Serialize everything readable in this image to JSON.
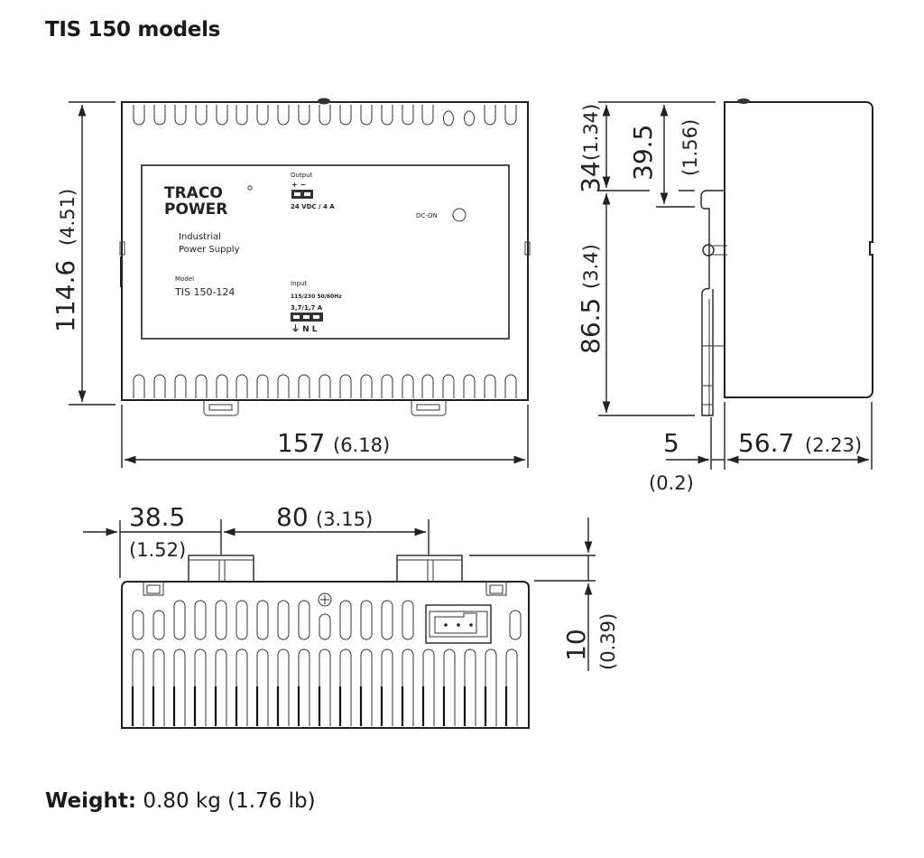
{
  "title": "TIS 150 models",
  "weight": {
    "label": "Weight:",
    "value": "0.80 kg (1.76 lb)"
  },
  "front_view": {
    "label_panel": {
      "brand_line1": "TRACO",
      "brand_line2": "POWER",
      "description_line1": "Industrial",
      "description_line2": "Power Supply",
      "model_caption": "Model",
      "model": "TIS 150-124",
      "output_caption": "Output",
      "output_polarity": "+ −",
      "output_rating": "24 VDC / 4 A",
      "indicator_label": "DC-ON",
      "input_caption": "Input",
      "input_voltage": "115/230   50/60Hz",
      "input_current": "3,7/1,7 A",
      "input_terminals": "⏚ N L"
    },
    "dimensions": {
      "height_mm": "114.6",
      "height_in": "(4.51)",
      "width_mm": "157",
      "width_in": "(6.18)"
    }
  },
  "side_view": {
    "dimensions": {
      "top_offset_mm": "34",
      "top_offset_in": "(1.34)",
      "rail_offset_mm": "39.5",
      "rail_offset_in": "(1.56)",
      "lower_height_mm": "86.5",
      "lower_height_in": "(3.4)",
      "clip_depth_mm": "5",
      "clip_depth_in": "(0.2)",
      "depth_mm": "56.7",
      "depth_in": "(2.23)"
    }
  },
  "bottom_view": {
    "dimensions": {
      "clip1_offset_mm": "38.5",
      "clip1_offset_in": "(1.52)",
      "clip_spacing_mm": "80",
      "clip_spacing_in": "(3.15)",
      "clip_height_mm": "10",
      "clip_height_in": "(0.39)"
    }
  }
}
